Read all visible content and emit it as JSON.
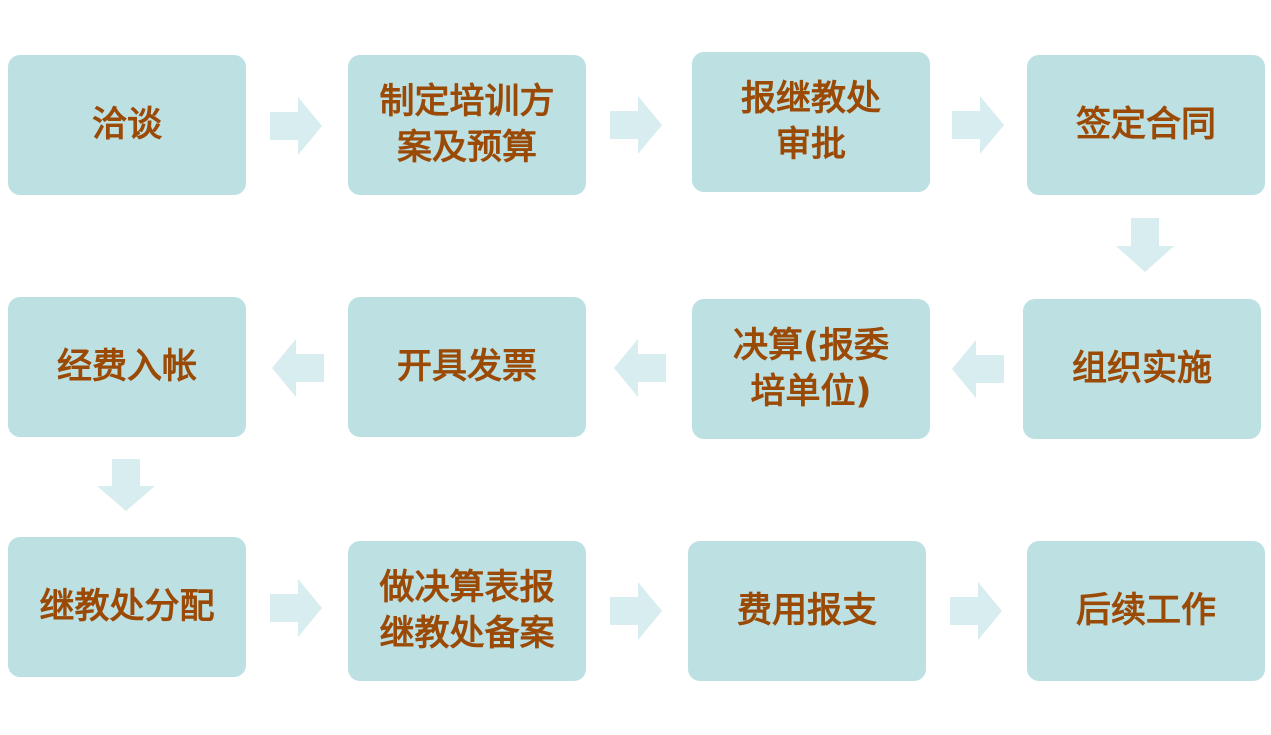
{
  "colors": {
    "box_fill": "#bde0e3",
    "text": "#9b4a06",
    "arrow_fill": "#d8edef"
  },
  "steps": [
    {
      "id": "negotiate",
      "label": "洽谈"
    },
    {
      "id": "plan",
      "label": "制定培训方\n案及预算"
    },
    {
      "id": "approve",
      "label": "报继教处\n审批"
    },
    {
      "id": "contract",
      "label": "签定合同"
    },
    {
      "id": "implement",
      "label": "组织实施"
    },
    {
      "id": "settle",
      "label": "决算(报委\n培单位)"
    },
    {
      "id": "invoice",
      "label": "开具发票"
    },
    {
      "id": "account",
      "label": "经费入帐"
    },
    {
      "id": "allocate",
      "label": "继教处分配"
    },
    {
      "id": "file",
      "label": "做决算表报\n继教处备案"
    },
    {
      "id": "reimburse",
      "label": "费用报支"
    },
    {
      "id": "followup",
      "label": "后续工作"
    }
  ],
  "arrows": [
    {
      "id": "arrow-1",
      "direction": "right"
    },
    {
      "id": "arrow-2",
      "direction": "right"
    },
    {
      "id": "arrow-3",
      "direction": "right"
    },
    {
      "id": "arrow-4",
      "direction": "down"
    },
    {
      "id": "arrow-5",
      "direction": "left"
    },
    {
      "id": "arrow-6",
      "direction": "left"
    },
    {
      "id": "arrow-7",
      "direction": "left"
    },
    {
      "id": "arrow-8",
      "direction": "down"
    },
    {
      "id": "arrow-9",
      "direction": "right"
    },
    {
      "id": "arrow-10",
      "direction": "right"
    },
    {
      "id": "arrow-11",
      "direction": "right"
    }
  ]
}
